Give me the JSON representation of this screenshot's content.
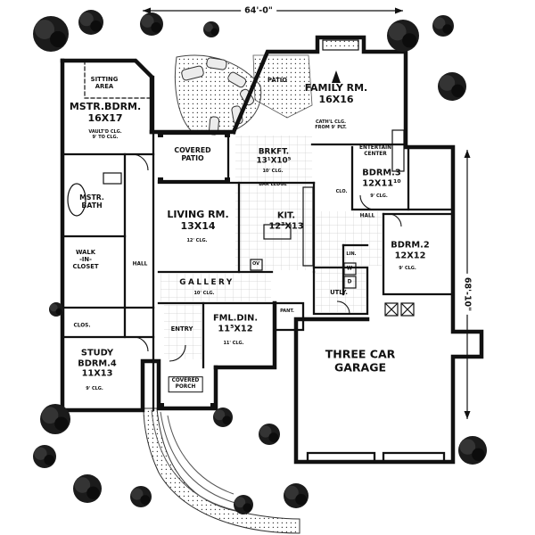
{
  "colors": {
    "ink": "#111111",
    "paper": "#ffffff"
  },
  "dimensions": {
    "top": "64'-0\"",
    "right": "68'-10\""
  },
  "rooms": {
    "sitting_area": "SITTING\nAREA",
    "mstr_bdrm": "MSTR.BDRM.\n16X17",
    "mstr_bdrm_note": "VAULT'D CLG.\n9' TO CLG.",
    "mstr_bath": "MSTR.\nBATH",
    "walk_in_closet": "WALK\n-IN-\nCLOSET",
    "hall_left": "HALL",
    "clos_left": "CLOS.",
    "study": "STUDY\nBDRM.4\n11X13",
    "study_note": "9' CLG.",
    "covered_patio": "COVERED\nPATIO",
    "patio": "PATIO",
    "family_rm": "FAMILY RM.\n16X16",
    "family_note": "CATH'L CLG.\nFROM 9' PLT.",
    "entertain": "ENTERTAIN\nCENTER",
    "brkft": "BRKFT.\n13¹X10⁵",
    "brkft_note": "10' CLG.",
    "bar_ledge": "BAR LEDGE",
    "bdrm3": "BDRM.3\n12X11¹⁰",
    "bdrm3_note": "9' CLG.",
    "living": "LIVING RM.\n13X14",
    "living_note": "12' CLG.",
    "kitchen": "KIT.\n12³X13",
    "clo_right": "CLO.",
    "hall_right": "HALL",
    "bdrm2": "BDRM.2\n12X12",
    "bdrm2_note": "9' CLG.",
    "lin": "LIN.",
    "washer": "W",
    "dryer": "D",
    "utility": "UTLY.",
    "gallery": "GALLERY",
    "gallery_note": "10' CLG.",
    "fml_din": "FML.DIN.\n11⁵X12",
    "fml_din_note": "11' CLG.",
    "entry": "ENTRY",
    "pantry": "PANT.",
    "garage": "THREE CAR\nGARAGE",
    "covered_porch": "COVERED\nPORCH",
    "oven": "OV"
  }
}
